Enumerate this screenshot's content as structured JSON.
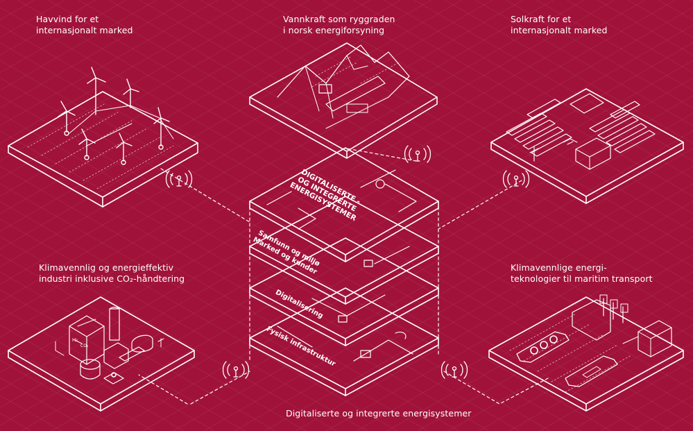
{
  "labels": {
    "offshore_wind": {
      "line1": "Havvind for et",
      "line2": "internasjonalt marked"
    },
    "hydropower": {
      "line1": "Vannkraft som ryggraden",
      "line2": "i norsk energiforsyning"
    },
    "solar": {
      "line1": "Solkraft for et",
      "line2": "internasjonalt marked"
    },
    "industry": {
      "line1": "Klimavennlig og energieffektiv",
      "line2": "industri inklusive CO₂-håndtering"
    },
    "maritime": {
      "line1": "Klimavennlige energi-",
      "line2": "teknologier til maritim transport"
    },
    "bottom": "Digitaliserte og integrerte energisystemer"
  },
  "stack_layers": {
    "top": {
      "line1": "DIGITALISERTE -",
      "line2": "OG INTEGRERTE",
      "line3": "ENERGISYSTEMER"
    },
    "society": {
      "line1": "Samfunn og miljø",
      "line2": "Marked og kunder"
    },
    "digital": "Digitalisering",
    "physical": "Fysisk infrastruktur"
  },
  "tile_text": {
    "h2": "H₂",
    "co2": "CO₂"
  },
  "colors": {
    "background": "#a0123a",
    "line": "#ffffff"
  }
}
